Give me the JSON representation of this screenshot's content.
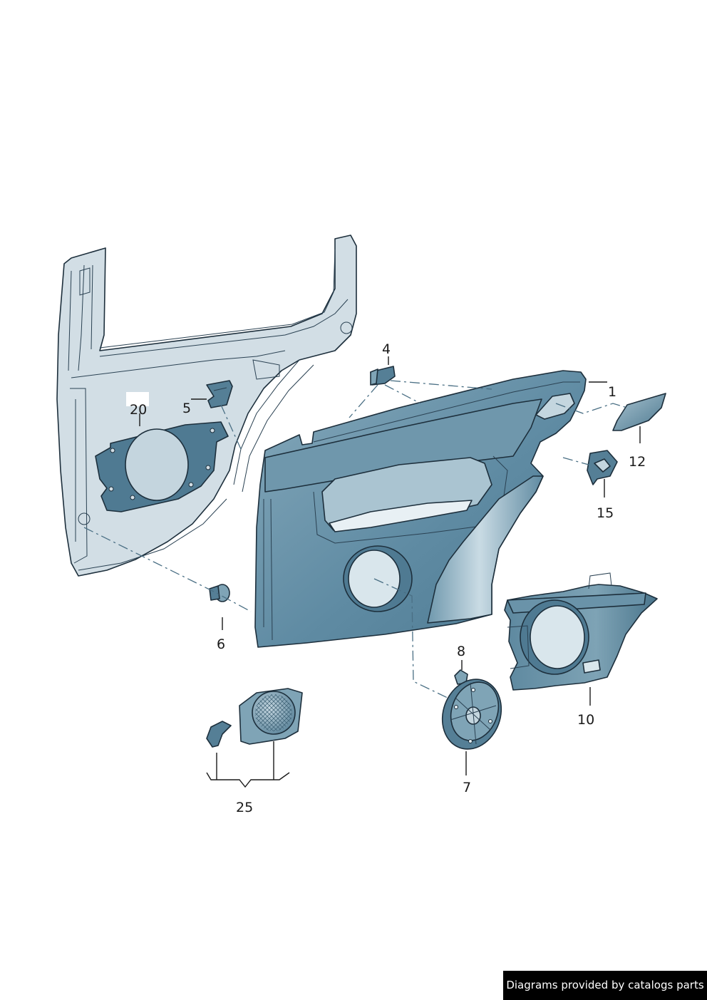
{
  "colors": {
    "body_shell": "#d2dee5",
    "trim_panel": "#5e8aa2",
    "trim_panel_light": "#9fbccb",
    "part_dark": "#4e7a92",
    "part_mid": "#7fa4b6",
    "outline": "#1d2f3c"
  },
  "callouts": [
    {
      "id": "part-1",
      "label": "1"
    },
    {
      "id": "part-4",
      "label": "4"
    },
    {
      "id": "part-5",
      "label": "5"
    },
    {
      "id": "part-6",
      "label": "6"
    },
    {
      "id": "part-7",
      "label": "7"
    },
    {
      "id": "part-8",
      "label": "8"
    },
    {
      "id": "part-10",
      "label": "10"
    },
    {
      "id": "part-12",
      "label": "12"
    },
    {
      "id": "part-15",
      "label": "15"
    },
    {
      "id": "part-20",
      "label": "20"
    },
    {
      "id": "part-25",
      "label": "25"
    }
  ],
  "credit": "Diagrams provided by catalogs parts"
}
